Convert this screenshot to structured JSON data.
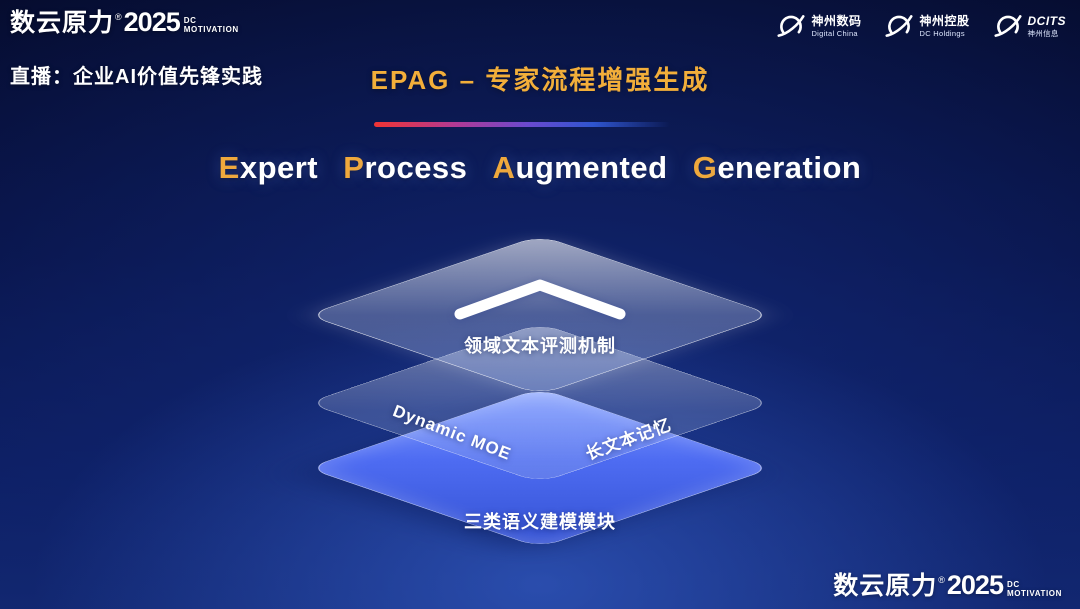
{
  "header": {
    "brand": {
      "name": "数云原力",
      "reg": "®",
      "year": "2025",
      "sub1": "DC",
      "sub2": "MOTIVATION"
    },
    "live_badge": "直播：企业AI价值先锋实践",
    "slide_title": "EPAG – 专家流程增强生成",
    "partner_logos": [
      {
        "line1": "神州数码",
        "line2": "Digital China"
      },
      {
        "line1": "神州控股",
        "line2": "DC Holdings"
      },
      {
        "line1": "DCITS",
        "line2": "神州信息"
      }
    ]
  },
  "main": {
    "title_words": [
      {
        "initial": "E",
        "rest": "xpert"
      },
      {
        "initial": "P",
        "rest": "rocess"
      },
      {
        "initial": "A",
        "rest": "ugmented"
      },
      {
        "initial": "G",
        "rest": "eneration"
      }
    ],
    "layers": {
      "top_label": "领域文本评测机制",
      "middle_left_label": "Dynamic  MOE",
      "middle_right_label": "长文本记忆",
      "bottom_label": "三类语义建模模块"
    }
  },
  "footer": {
    "brand": {
      "name": "数云原力",
      "reg": "®",
      "year": "2025",
      "sub1": "DC",
      "sub2": "MOTIVATION"
    }
  },
  "icons": {
    "chevron": "chevron-up",
    "partner_swoosh": "orbit-swoosh"
  },
  "colors": {
    "accent_gold": "#f0a93c",
    "layer_blue": "#4e6cf2",
    "divider_red": "#f03434",
    "divider_blue": "#2f55cf",
    "background_navy": "#071040"
  }
}
